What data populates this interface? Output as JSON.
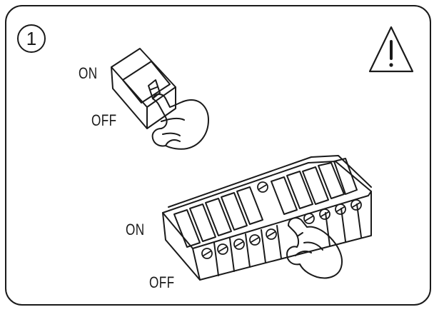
{
  "step": {
    "number": "1"
  },
  "single_switch": {
    "on_label": "ON",
    "off_label": "OFF"
  },
  "switch_panel": {
    "on_label": "ON",
    "off_label": "OFF"
  },
  "icons": {
    "warning": "warning-triangle-icon",
    "hand": "hand-icon"
  }
}
